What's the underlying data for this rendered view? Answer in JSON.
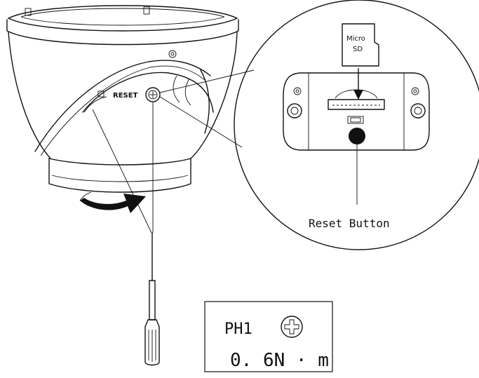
{
  "labels": {
    "reset_on_camera": "RESET",
    "reset_button_callout": "Reset Button",
    "card_line1": "Micro",
    "card_line2": "SD"
  },
  "spec_box": {
    "bit": "PH1",
    "torque": "0. 6N · m"
  },
  "icons": [
    "phillips-head-icon",
    "rotate-arrow-icon",
    "screwdriver-icon"
  ]
}
